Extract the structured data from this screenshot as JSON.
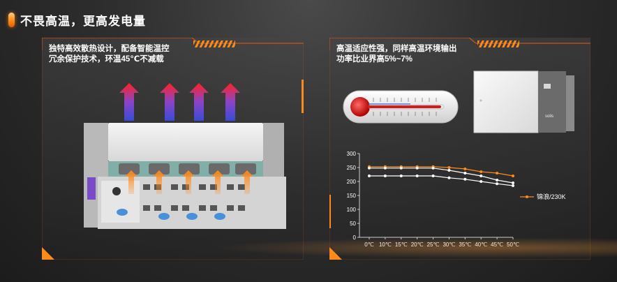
{
  "header": {
    "title": "不畏高温，更高发电量"
  },
  "left_panel": {
    "line1": "独特高效散热设计，配备智能温控",
    "line2": "冗余保护技术，环温45℃不减载"
  },
  "right_panel": {
    "line1": "高温适应性强，同样高温环境输出",
    "line2": "功率比业界高5%~7%"
  },
  "colors": {
    "accent": "#ff8a1c",
    "panel_border": "#c7561a"
  },
  "chart_data": {
    "type": "line",
    "categories": [
      "0℃",
      "10℃",
      "15℃",
      "20℃",
      "25℃",
      "30℃",
      "35℃",
      "40℃",
      "45℃",
      "50℃"
    ],
    "ylim": [
      0,
      300
    ],
    "yticks": [
      0,
      50,
      100,
      150,
      200,
      250,
      300
    ],
    "series": [
      {
        "name": "锦浪/230K",
        "color": "#ff8a1c",
        "values": [
          253,
          253,
          253,
          253,
          253,
          250,
          245,
          235,
          230,
          220
        ]
      },
      {
        "name": "",
        "color": "#ffffff",
        "values": [
          248,
          248,
          248,
          248,
          248,
          240,
          230,
          220,
          205,
          195
        ]
      },
      {
        "name": "",
        "color": "#ffffff",
        "values": [
          220,
          220,
          220,
          220,
          220,
          213,
          208,
          200,
          192,
          185
        ]
      }
    ],
    "legend_position": "right"
  }
}
